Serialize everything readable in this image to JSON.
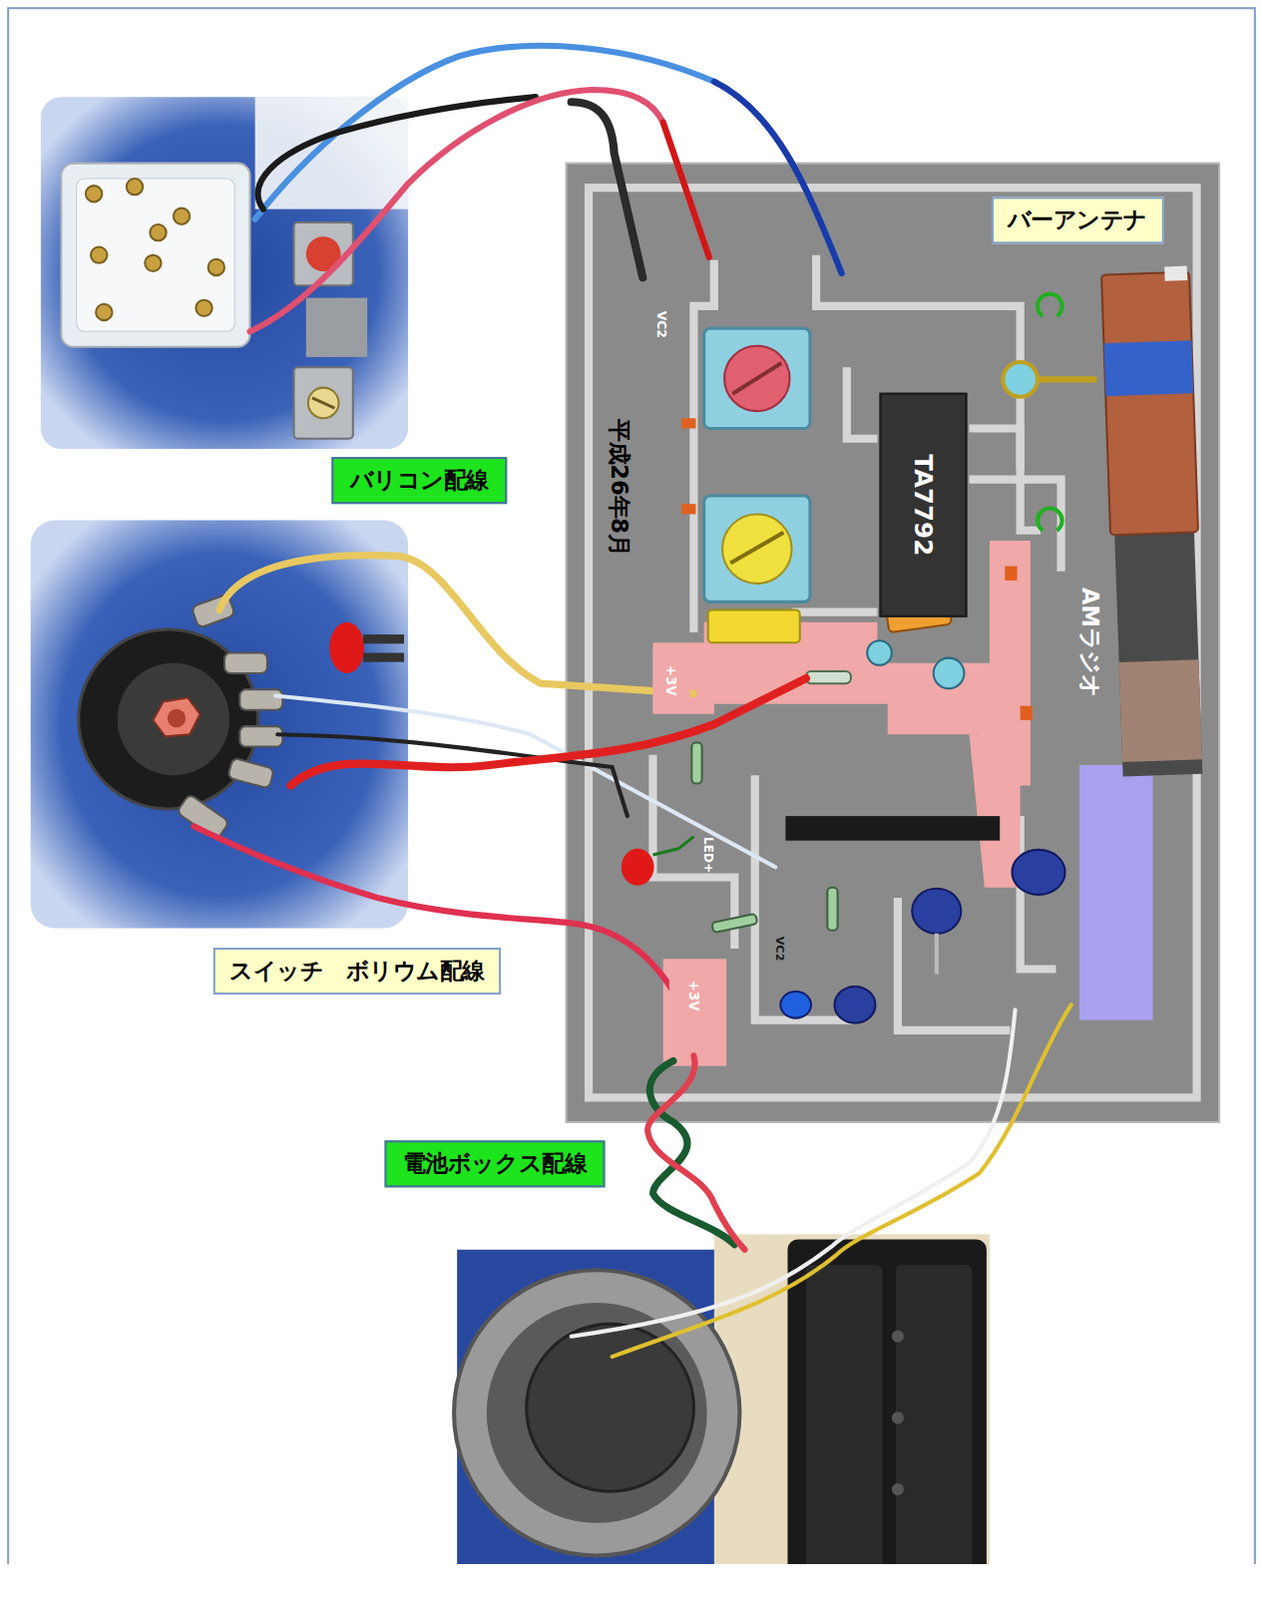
{
  "diagram": {
    "nodes": [
      {
        "text": [
          "バーアンテナ"
        ]
      },
      {
        "text": [
          "バリコン配線"
        ]
      },
      {
        "text": [
          "TA7792"
        ]
      },
      {
        "text": [
          "+3V"
        ]
      },
      {
        "text": [
          "スイッチ　ボリウム配線"
        ]
      },
      {
        "text": [
          "+3V"
        ]
      },
      {
        "text": [
          "電池ボックス配線"
        ]
      }
    ],
    "labels": [
      "VC2",
      "平成26年8月",
      "AMラジオ",
      "LED+",
      "VC2"
    ]
  }
}
